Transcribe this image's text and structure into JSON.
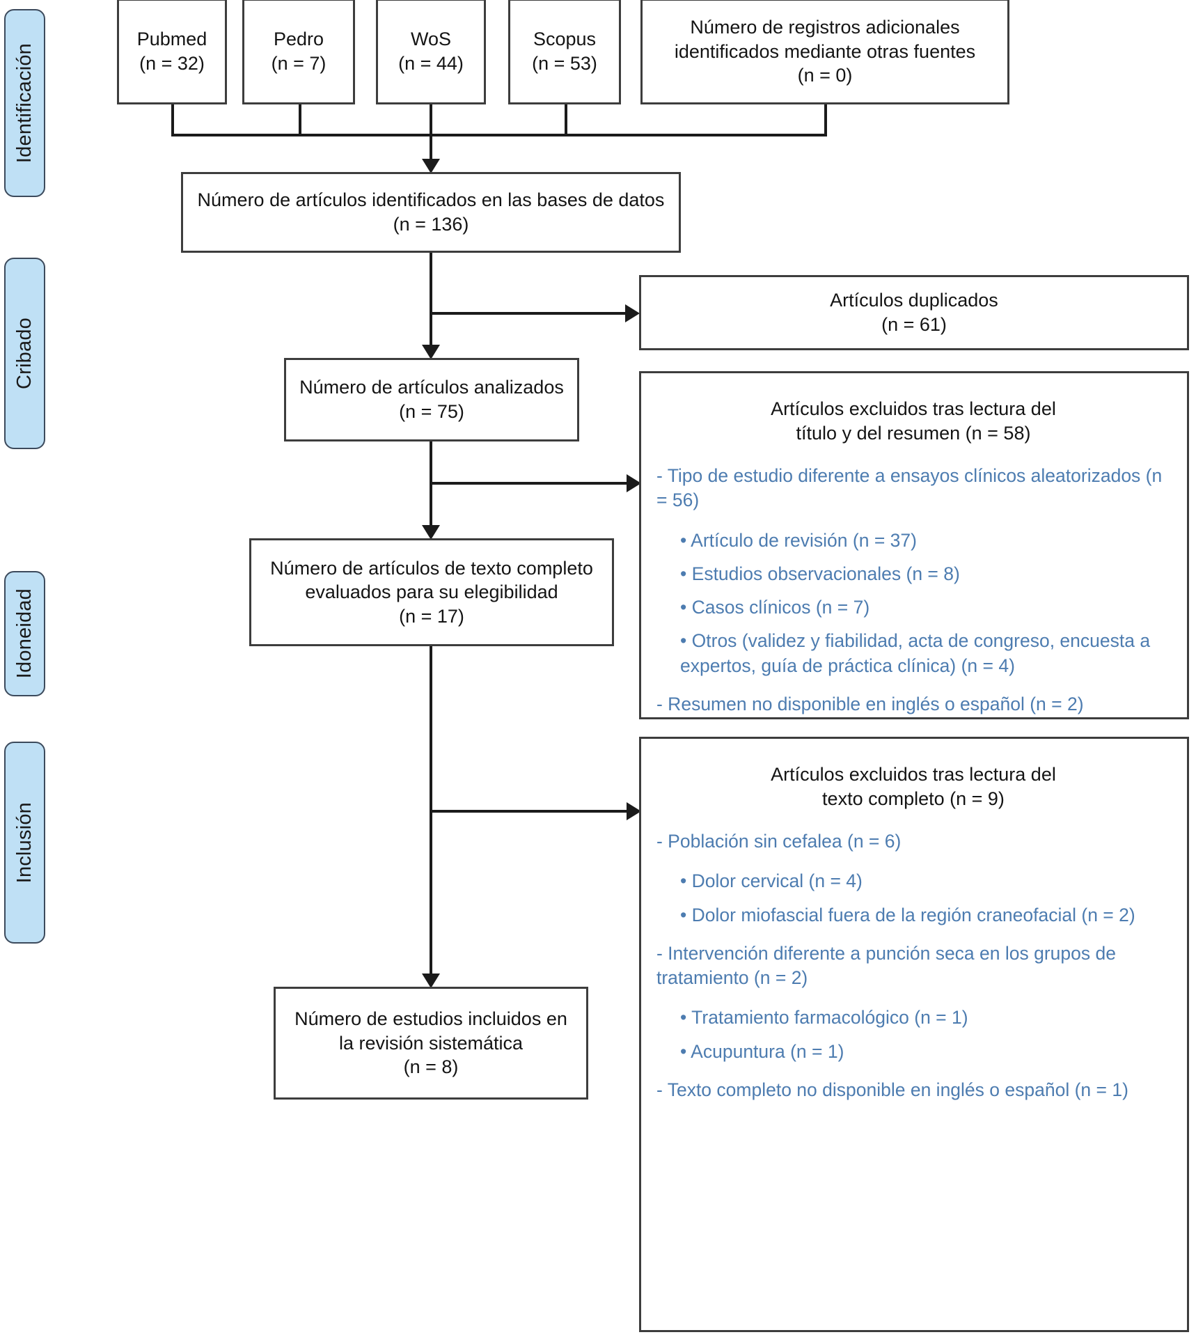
{
  "diagram": {
    "title": "PRISMA flow diagram",
    "accent_blue": "#4d7cb0",
    "stage_fill": "#bfe0f5",
    "stage_border": "#3c4a5c",
    "line_color": "#1b1b1b"
  },
  "stages": [
    {
      "label": "Identificación"
    },
    {
      "label": "Cribado"
    },
    {
      "label": "Idoneidad"
    },
    {
      "label": "Inclusión"
    }
  ],
  "sources": [
    {
      "name": "Pubmed",
      "count": "(n = 32)"
    },
    {
      "name": "Pedro",
      "count": "(n = 7)"
    },
    {
      "name": "WoS",
      "count": "(n = 44)"
    },
    {
      "name": "Scopus",
      "count": "(n = 53)"
    }
  ],
  "additional_sources": {
    "line1": "Número de registros adicionales",
    "line2": "identificados mediante otras fuentes",
    "count": "(n = 0)"
  },
  "identified": {
    "line1": "Número de artículos identificados en las bases de datos",
    "count": "(n = 136)"
  },
  "duplicates": {
    "line1": "Artículos duplicados",
    "count": "(n = 61)"
  },
  "screened": {
    "line1": "Número de artículos analizados",
    "count": "(n = 75)"
  },
  "fulltext_assessed": {
    "line1": "Número de artículos de texto completo",
    "line2": "evaluados para su elegibilidad",
    "count": "(n = 17)"
  },
  "included": {
    "line1": "Número de estudios incluidos en",
    "line2": "la revisión sistemática",
    "count": "(n = 8)"
  },
  "excluded_title_abstract": {
    "title_line1": "Artículos excluidos tras lectura del",
    "title_line2": "título y del resumen  (n = 58)",
    "items": [
      {
        "type": "dash",
        "text": "- Tipo de estudio diferente a ensayos clínicos aleatorizados (n = 56)"
      },
      {
        "type": "bullet",
        "text": "• Artículo de revisión (n = 37)",
        "group_first": true
      },
      {
        "type": "bullet",
        "text": "• Estudios observacionales (n = 8)"
      },
      {
        "type": "bullet",
        "text": "• Casos clínicos (n = 7)"
      },
      {
        "type": "bullet",
        "text": "• Otros (validez y fiabilidad, acta de congreso, encuesta a expertos, guía de práctica clínica) (n = 4)"
      },
      {
        "type": "dash",
        "text": "- Resumen no disponible en inglés o español (n = 2)"
      }
    ]
  },
  "excluded_fulltext": {
    "title_line1": "Artículos excluidos tras lectura del",
    "title_line2": "texto completo (n = 9)",
    "items": [
      {
        "type": "dash",
        "text": "- Población sin cefalea (n = 6)"
      },
      {
        "type": "bullet",
        "text": "• Dolor cervical (n = 4)",
        "group_first": true
      },
      {
        "type": "bullet",
        "text": "• Dolor miofascial fuera de la región craneofacial (n = 2)"
      },
      {
        "type": "dash",
        "text": "- Intervención diferente a punción seca en los grupos de tratamiento (n = 2)"
      },
      {
        "type": "bullet",
        "text": "• Tratamiento farmacológico (n = 1)",
        "group_first": true
      },
      {
        "type": "bullet",
        "text": "• Acupuntura (n = 1)"
      },
      {
        "type": "dash",
        "text": "- Texto completo no disponible en inglés o español (n = 1)"
      }
    ]
  }
}
